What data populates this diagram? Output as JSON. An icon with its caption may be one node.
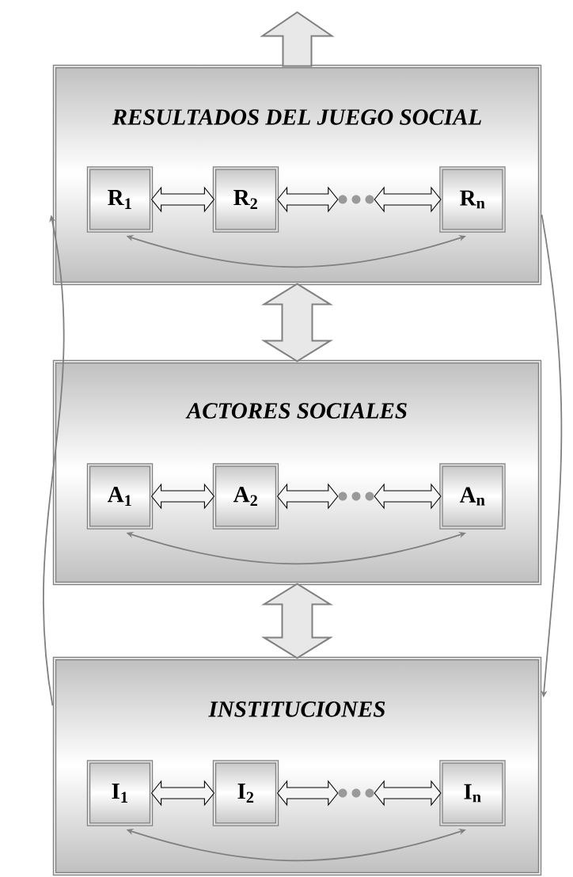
{
  "diagram": {
    "nodes": [
      {
        "text": [
          "RESULTADOS DEL JUEGO SOCIAL"
        ]
      },
      {
        "text": [
          "R$_{1}$"
        ],
        "in": 0
      },
      {
        "text": [
          "R$_{2}$"
        ],
        "in": 0
      },
      {
        "text": [],
        "shape": "dots",
        "in": 0
      },
      {
        "text": [
          "R$_{n}$"
        ],
        "in": 0
      },
      {
        "text": [
          "ACTORES SOCIALES"
        ]
      },
      {
        "text": [
          "A$_{1}$"
        ],
        "in": 5
      },
      {
        "text": [
          "A$_{2}$"
        ],
        "in": 5
      },
      {
        "text": [],
        "shape": "dots",
        "in": 5
      },
      {
        "text": [
          "A$_{n}$"
        ],
        "in": 5
      },
      {
        "text": [
          "INSTITUCIONES"
        ]
      },
      {
        "text": [
          "I$_{1}$"
        ],
        "in": 10
      },
      {
        "text": [
          "I$_{2}$"
        ],
        "in": 10
      },
      {
        "text": [],
        "shape": "dots",
        "in": 10
      },
      {
        "text": [
          "I$_{n}$"
        ],
        "in": 10
      }
    ],
    "edges": [
      {
        "from": 1,
        "to": 2,
        "arrow": "both",
        "style": "thick"
      },
      {
        "from": 2,
        "to": 3,
        "arrow": "both",
        "style": "thick"
      },
      {
        "from": 3,
        "to": 4,
        "arrow": "both",
        "style": "thick"
      },
      {
        "from": 1,
        "to": 4,
        "arrow": "both",
        "color": "#808080"
      },
      {
        "from": 6,
        "to": 7,
        "arrow": "both",
        "style": "thick"
      },
      {
        "from": 7,
        "to": 8,
        "arrow": "both",
        "style": "thick"
      },
      {
        "from": 8,
        "to": 9,
        "arrow": "both",
        "style": "thick"
      },
      {
        "from": 6,
        "to": 9,
        "arrow": "both",
        "color": "#808080"
      },
      {
        "from": 11,
        "to": 12,
        "arrow": "both",
        "style": "thick"
      },
      {
        "from": 12,
        "to": 13,
        "arrow": "both",
        "style": "thick"
      },
      {
        "from": 13,
        "to": 14,
        "arrow": "both",
        "style": "thick"
      },
      {
        "from": 11,
        "to": 14,
        "arrow": "both",
        "color": "#808080"
      },
      {
        "from": 0,
        "to": null,
        "arrow": "to",
        "style": "thick",
        "color": "#808080"
      },
      {
        "from": 0,
        "to": 5,
        "arrow": "both",
        "style": "thick",
        "color": "#808080"
      },
      {
        "from": 5,
        "to": 10,
        "arrow": "both",
        "style": "thick",
        "color": "#808080"
      },
      {
        "from": 10,
        "to": 0,
        "arrow": "to",
        "color": "#808080"
      },
      {
        "from": 0,
        "to": 10,
        "arrow": "to",
        "color": "#808080"
      }
    ]
  }
}
